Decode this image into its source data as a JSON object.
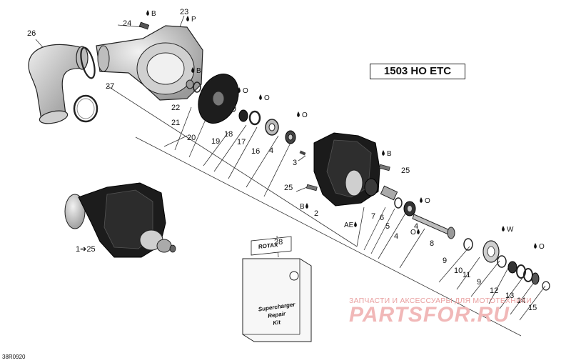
{
  "model_label": "1503 HO ETC",
  "diagram_code": "38R0920",
  "watermark": {
    "tagline": "ЗАПЧАСТИ И АКСЕССУАРЫ ДЛЯ МОТОТЕХНИКИ",
    "brand": "PARTSFOR.RU"
  },
  "kit": {
    "brand": "ROTAX",
    "title_lines": [
      "Supercharger",
      "Repair",
      "Kit"
    ]
  },
  "callouts": {
    "c1_25": "1➔25",
    "c2": "2",
    "c3": "3",
    "c4a": "4",
    "c4b": "4",
    "c4c": "4",
    "c5": "5",
    "c6": "6",
    "c7": "7",
    "c8": "8",
    "c9a": "9",
    "c9b": "9",
    "c10": "10",
    "c11": "11",
    "c12": "12",
    "c13": "13",
    "c14": "14",
    "c15": "15",
    "c16": "16",
    "c17": "17",
    "c18": "18",
    "c19": "19",
    "c20": "20",
    "c21": "21",
    "c22": "22",
    "c23": "23",
    "c24": "24",
    "c25a": "25",
    "c25b": "25",
    "c26": "26",
    "c27": "27",
    "c28": "28"
  },
  "fluid_marks": {
    "f_b1": "B",
    "f_p": "P",
    "f_b2": "B",
    "f_o1": "O",
    "f_o2": "O",
    "f_o3": "O",
    "f_b3": "B",
    "f_b4": "B",
    "f_ae": "AE",
    "f_o4": "O",
    "f_o5": "O",
    "f_w": "W",
    "f_o6": "O"
  },
  "colors": {
    "part_dark": "#1a1a1a",
    "part_light": "#d9d9d9",
    "line": "#333333",
    "watermark_light": "#e9a0a0",
    "watermark_brand": "#f1b8b8"
  }
}
